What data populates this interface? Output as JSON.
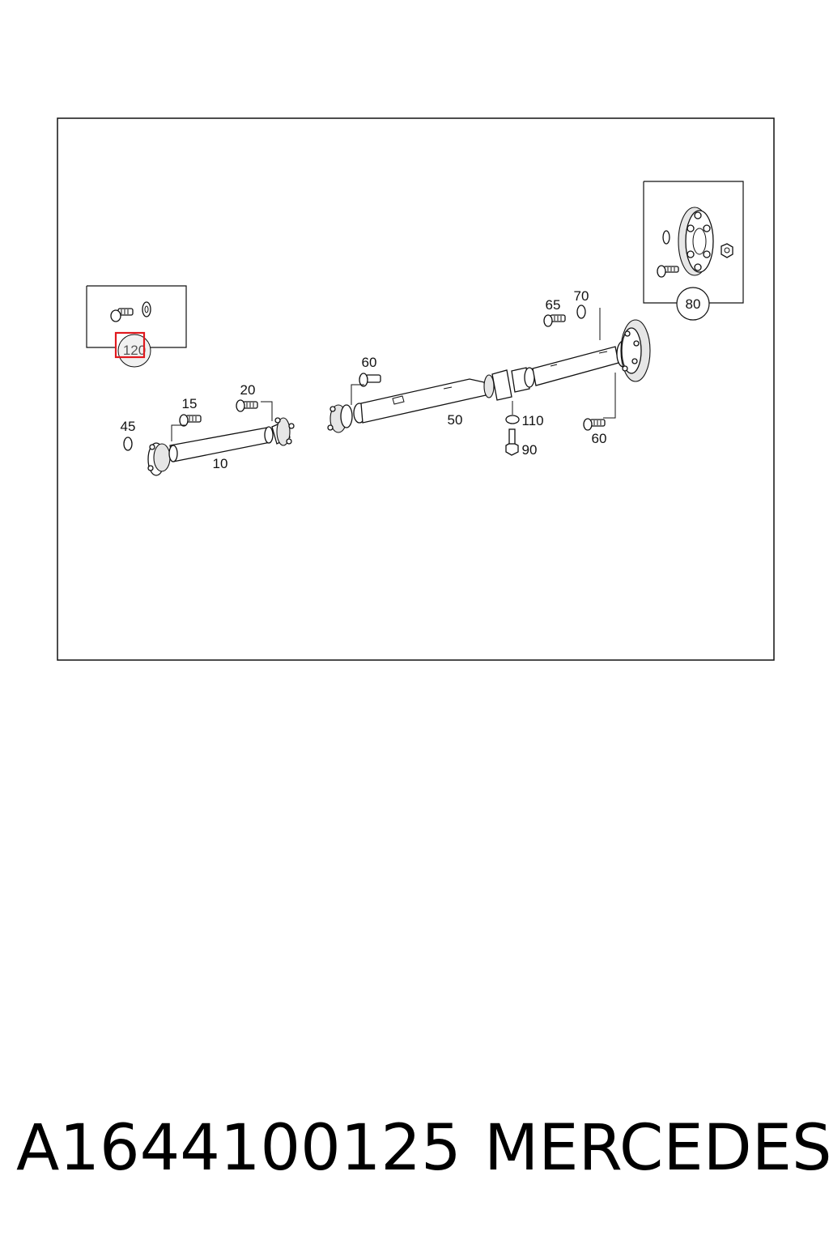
{
  "diagram": {
    "callouts": {
      "c10": "10",
      "c15": "15",
      "c20": "20",
      "c45": "45",
      "c50": "50",
      "c60a": "60",
      "c60b": "60",
      "c65": "65",
      "c70": "70",
      "c80": "80",
      "c90": "90",
      "c110": "110",
      "c120": "120"
    },
    "highlight_color": "#e0191e"
  },
  "caption": {
    "part_number": "A1644100125",
    "brand": "MERCEDES"
  }
}
